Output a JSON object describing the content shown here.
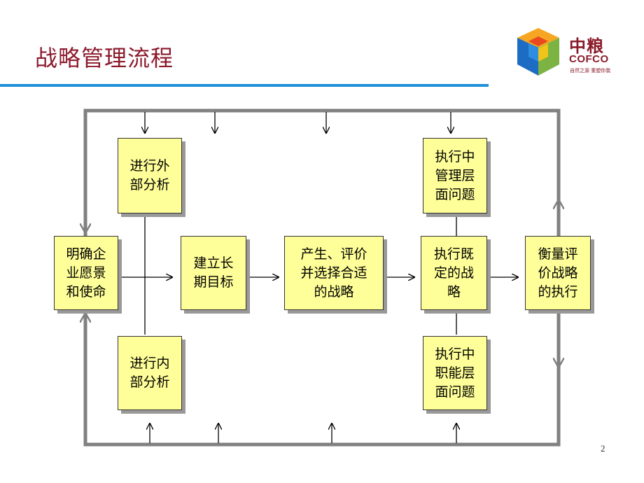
{
  "title": "战略管理流程",
  "logo": {
    "name": "中粮",
    "brand": "COFCO",
    "slogan": "自然之源 重塑你我"
  },
  "boxes": {
    "vision": "明确企\n业愿景\n和使命",
    "external": "进行外\n部分析",
    "internal": "进行内\n部分析",
    "goals": "建立长\n期目标",
    "strategy": "产生、评价\n并选择合适\n的战略",
    "execute": "执行既\n定的战\n略",
    "mgmt_issues": "执行中\n管理层\n面问题",
    "func_issues": "执行中\n职能层\n面问题",
    "measure": "衡量评\n价战略\n的执行"
  },
  "colors": {
    "title": "#8b1a2c",
    "rule": "#1e90d6",
    "box_fill": "#ffff99",
    "loop": "#808080"
  },
  "page_number": "2"
}
